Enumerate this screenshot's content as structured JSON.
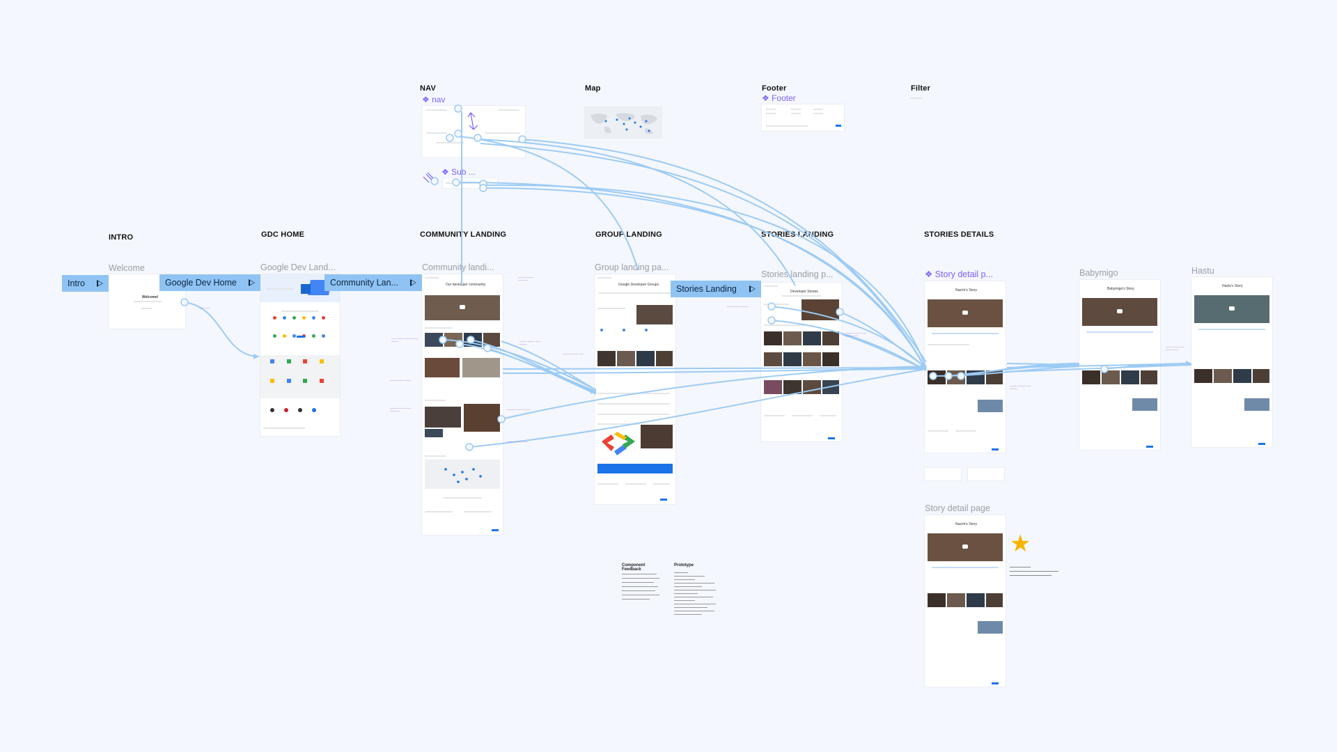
{
  "sections": {
    "nav": "NAV",
    "map": "Map",
    "footer": "Footer",
    "filter": "Filter",
    "intro": "INTRO",
    "gdc_home": "GDC HOME",
    "community_landing": "COMMUNITY LANDING",
    "group_landing": "GROUP LANDING",
    "stories_landing": "STORIES LANDING",
    "stories_details": "STORIES DETAILS"
  },
  "components": {
    "nav": "❖ nav",
    "footer": "❖ Footer",
    "sub": "❖ Sub ..."
  },
  "frames": {
    "welcome": "Welcome",
    "google_dev_landing": "Google Dev Land...",
    "community_landing": "Community landi...",
    "group_landing": "Group landing pa...",
    "stories_landing": "Stories landing p...",
    "story_detail": "❖ Story detail p...",
    "babymigo": "Babymigo",
    "hastu": "Hastu",
    "story_detail_page": "Story detail page"
  },
  "flows": {
    "intro": "Intro",
    "google_dev_home": "Google Dev Home",
    "community_landing": "Community Lan...",
    "stories_landing": "Stories Landing"
  },
  "inner": {
    "welcome_title": "Welcome!",
    "community_heading": "Our developer community",
    "group_heading": "Google Developer Groups",
    "stories_heading": "Developer Stories",
    "story1_heading": "Nazrin's Story",
    "story2_heading": "Babymigo's Story",
    "story3_heading": "Hastu's Story",
    "story4_heading": "Nazrin's Story"
  },
  "notes": {
    "component_feedback": "Component Feedback",
    "prototype": "Prototype"
  },
  "colors": {
    "canvas": "#f4f7fd",
    "flow_button": "#8fc3f3",
    "connector": "#9ccbf4",
    "component": "#7b61ff",
    "star": "#f7b500"
  }
}
